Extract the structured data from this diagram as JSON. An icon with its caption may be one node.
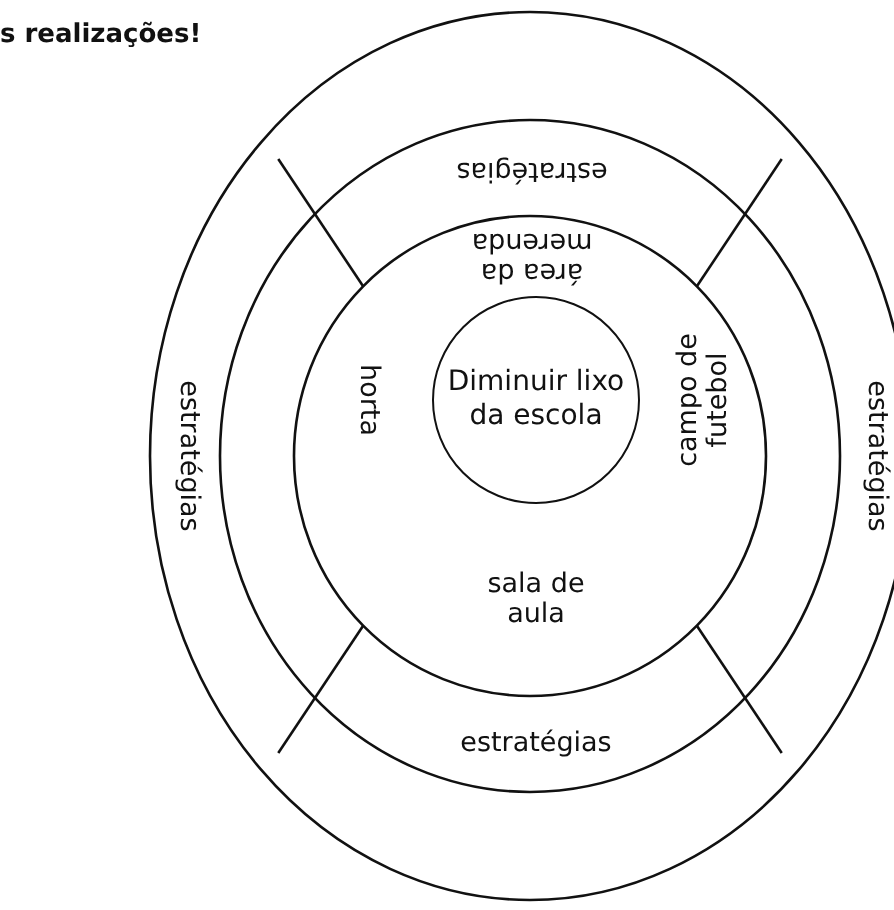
{
  "diagram": {
    "nodes": [
      {
        "text": [
          "Diminuir lixo da escola"
        ]
      },
      {
        "text": [
          "área da merenda"
        ]
      },
      {
        "text": [
          "horta"
        ]
      },
      {
        "text": [
          "campo de futebol"
        ]
      },
      {
        "text": [
          "sala de aula"
        ]
      },
      {
        "text": [
          "estratégias"
        ]
      },
      {
        "text": [
          "estratégias"
        ]
      },
      {
        "text": [
          "estratégias"
        ]
      },
      {
        "text": [
          "estratégias"
        ]
      }
    ],
    "labels": [
      "s realizações!"
    ]
  }
}
